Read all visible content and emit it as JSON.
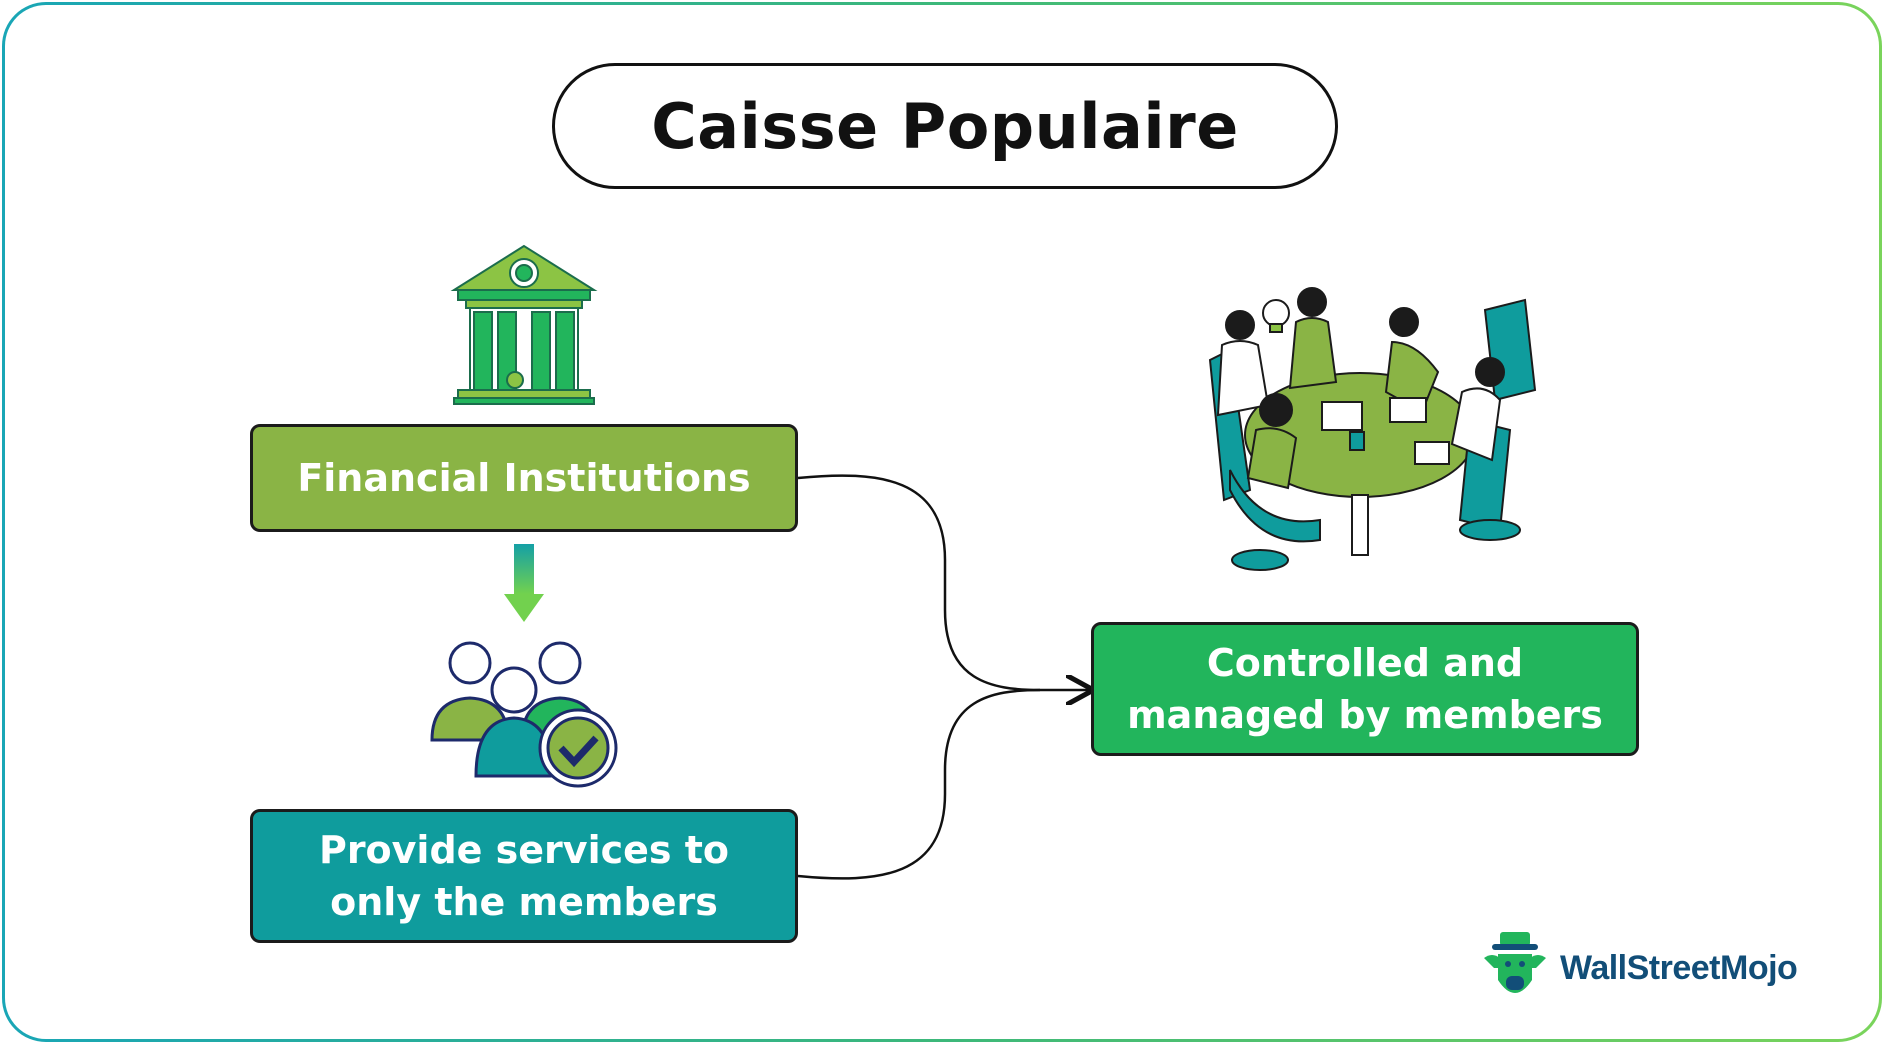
{
  "title": "Caisse Populaire",
  "boxes": {
    "financial_institutions": "Financial Institutions",
    "provide_services": [
      "Provide services to",
      "only the members"
    ],
    "controlled_managed": [
      "Controlled and",
      "managed by members"
    ]
  },
  "icons": {
    "bank": "bank-building-icon",
    "members": "members-verified-icon",
    "meeting": "team-meeting-illustration",
    "arrow": "down-arrow-icon",
    "logo": "bull-mascot-logo"
  },
  "logo": {
    "text": "WallStreetMojo"
  },
  "colors": {
    "olive_green": "#8ab445",
    "teal": "#0f9c9d",
    "green": "#22b55c",
    "dark_blue": "#124e78"
  }
}
